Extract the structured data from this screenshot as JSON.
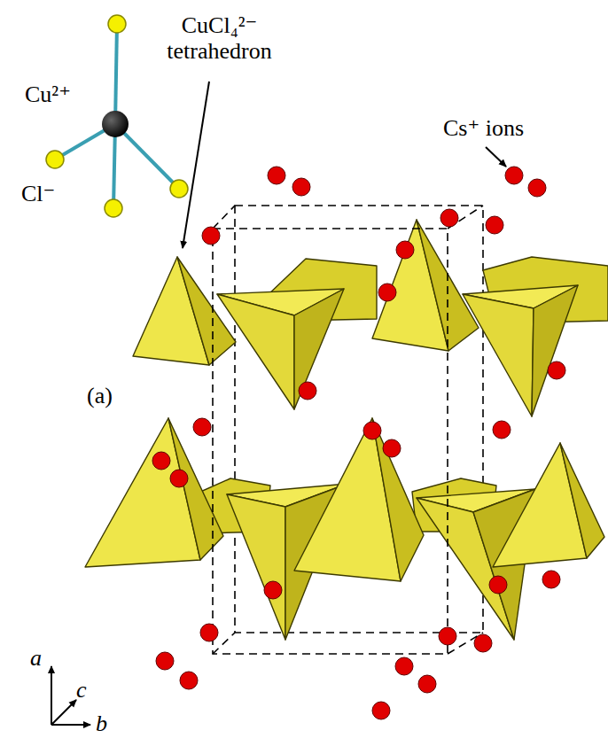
{
  "diagram": {
    "labels": [
      "CuCl₄²⁻ tetrahedron",
      "Cu²⁺",
      "Cl⁻",
      "Cs⁺ ions",
      "(a)",
      "a",
      "c",
      "b"
    ]
  }
}
